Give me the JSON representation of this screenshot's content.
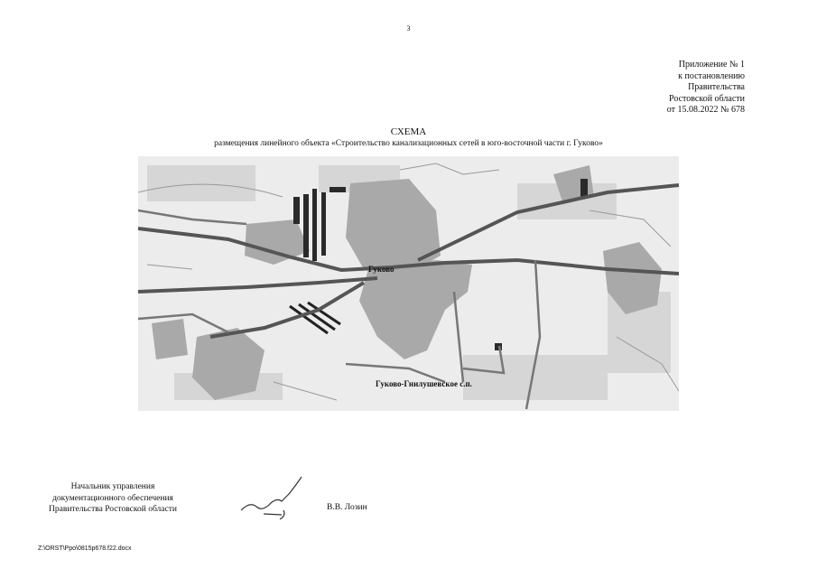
{
  "page_number": "3",
  "appendix": {
    "line1": "Приложение № 1",
    "line2": "к постановлению",
    "line3": "Правительства",
    "line4": "Ростовской области",
    "line5": "от 15.08.2022 № 678"
  },
  "title": "СХЕМА",
  "subtitle": "размещения линейного объекта «Строительство канализационных сетей в юго-восточной части г. Гуково»",
  "map": {
    "label_city": "Гуково",
    "label_settlement": "Гуково-Гнилушевское с.п."
  },
  "signature_block": {
    "line1": "Начальник управления",
    "line2": "документационного обеспечения",
    "line3": "Правительства Ростовской области",
    "signer": "В.В. Лозин"
  },
  "file_path": "Z:\\ORST\\Ppo\\0815p678.f22.docx"
}
